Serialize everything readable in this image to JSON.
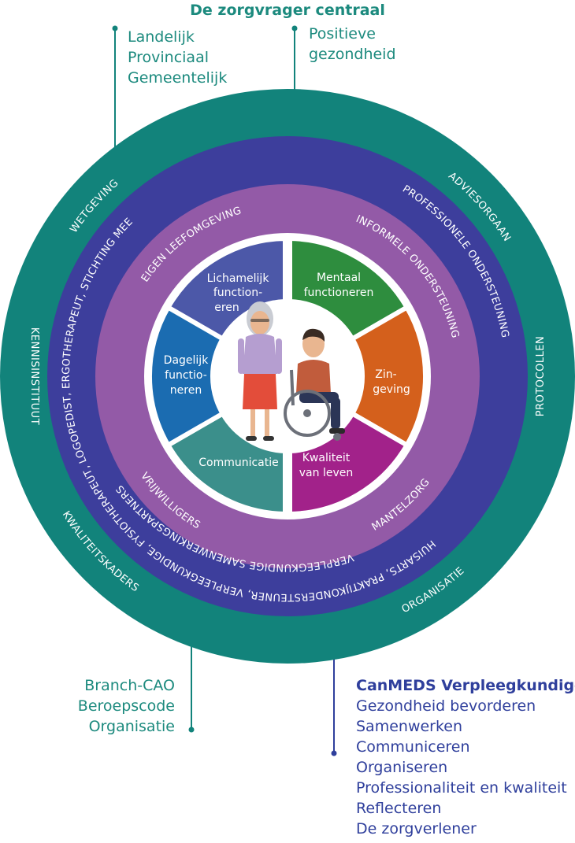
{
  "title": "De zorgvrager centraal",
  "top_left_list": [
    "Landelijk",
    "Provinciaal",
    "Gemeentelijk"
  ],
  "top_right_list": [
    "Positieve",
    "gezondheid"
  ],
  "bottom_left_list": [
    "Branch-CAO",
    "Beroepscode",
    "Organisatie"
  ],
  "bottom_right_heading": "CanMEDS Verpleegkundige",
  "bottom_right_list": [
    "Gezondheid bevorderen",
    "Samenwerken",
    "Communiceren",
    "Organiseren",
    "Professionaliteit en kwaliteit",
    "Reflecteren",
    "De zorgverlener"
  ],
  "outer_ring": {
    "wetgeving": "WETGEVING",
    "adviesorgaan": "ADVIESORGAAN",
    "kennisinstituut": "KENNISINSTITUUT",
    "protocollen": "PROTOCOLLEN",
    "kwaliteitskaders": "KWALITEITSKADERS",
    "organisatie": "ORGANISATIE"
  },
  "blue_ring": {
    "top": "HUISARTS, PRAKTIJKONDERSTEUNER, VERPLEEGKUNDIGE, FYSIOTHERAPEUT, LOGOPEDIST, ERGOTHERAPEUT, STICHTING MEE",
    "right": "PROFESSIONELE ONDERSTEUNING",
    "bottom": "VERPLEEGKUNDIGE SAMENWERKINGSPARTNERS"
  },
  "purple_ring": {
    "eigen": "EIGEN LEEFOMGEVING",
    "informele": "INFORMELE ONDERSTEUNING",
    "mantelzorg": "MANTELZORG",
    "vrijwilligers": "VRIJWILLIGERS"
  },
  "segments": {
    "lichamelijk": [
      "Lichamelijk",
      "function-",
      "eren"
    ],
    "mentaal": [
      "Mentaal",
      "functioneren"
    ],
    "zingeving": [
      "Zin-",
      "geving"
    ],
    "kwaliteit": [
      "Kwaliteit",
      "van leven"
    ],
    "communicatie": [
      "Communicatie"
    ],
    "dagelijk": [
      "Dagelijk",
      "functio-",
      "neren"
    ]
  },
  "colors": {
    "teal": "#12837b",
    "blue": "#3d3e9c",
    "purple": "#935aa7",
    "lichamelijk": "#4c58a8",
    "mentaal": "#2e8d3e",
    "zingeving": "#d4601c",
    "kwaliteit": "#a2228a",
    "communicatie": "#3b8f8b",
    "dagelijk": "#1b6cb1"
  }
}
